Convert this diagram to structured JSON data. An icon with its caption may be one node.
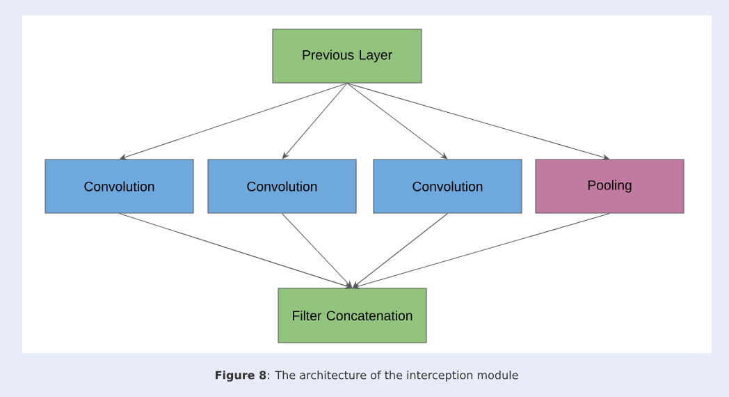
{
  "diagram": {
    "caption": "**Figure 8**: The architecture of the interception module",
    "nodes": [
      {
        "text": [
          "Previous Layer"
        ]
      },
      {
        "text": [
          "Convolution"
        ]
      },
      {
        "text": [
          "Convolution"
        ]
      },
      {
        "text": [
          "Convolution"
        ]
      },
      {
        "text": [
          "Pooling"
        ]
      },
      {
        "text": [
          "Filter Concatenation"
        ]
      }
    ],
    "edges": [
      {
        "from": 0,
        "to": 1,
        "arrow": "to"
      },
      {
        "from": 0,
        "to": 2,
        "arrow": "to"
      },
      {
        "from": 0,
        "to": 3,
        "arrow": "to"
      },
      {
        "from": 0,
        "to": 4,
        "arrow": "to"
      },
      {
        "from": 1,
        "to": 5,
        "arrow": "to"
      },
      {
        "from": 2,
        "to": 5,
        "arrow": "to"
      },
      {
        "from": 3,
        "to": 5,
        "arrow": "to"
      },
      {
        "from": 4,
        "to": 5,
        "arrow": "to"
      }
    ]
  }
}
